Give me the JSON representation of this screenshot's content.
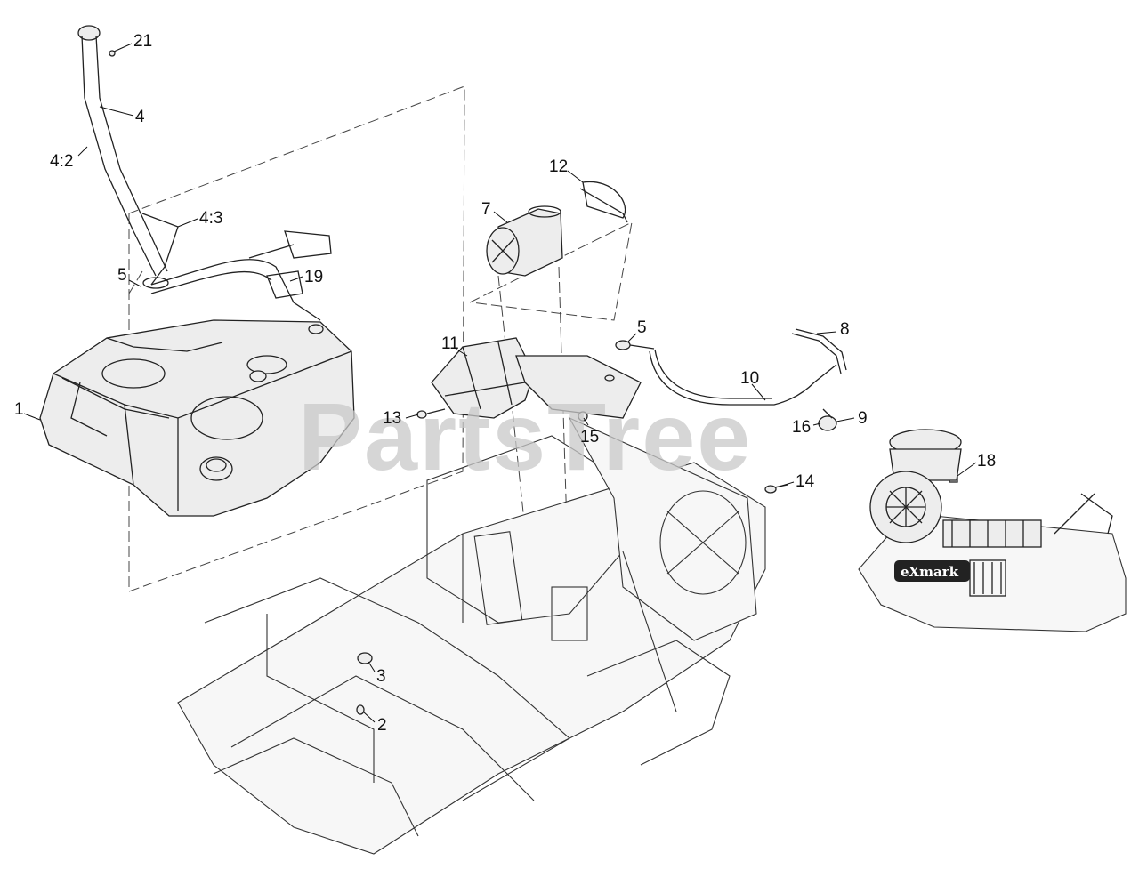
{
  "diagram": {
    "watermark": "PartsTree",
    "engine_logo": "eXmark",
    "callouts": [
      {
        "id": "c21",
        "label": "21"
      },
      {
        "id": "c4",
        "label": "4"
      },
      {
        "id": "c4_2",
        "label": "4:2"
      },
      {
        "id": "c4_3",
        "label": "4:3"
      },
      {
        "id": "c5a",
        "label": "5"
      },
      {
        "id": "c19",
        "label": "19"
      },
      {
        "id": "c1",
        "label": "1"
      },
      {
        "id": "c12",
        "label": "12"
      },
      {
        "id": "c7",
        "label": "7"
      },
      {
        "id": "c5b",
        "label": "5"
      },
      {
        "id": "c8",
        "label": "8"
      },
      {
        "id": "c11",
        "label": "11"
      },
      {
        "id": "c10",
        "label": "10"
      },
      {
        "id": "c13",
        "label": "13"
      },
      {
        "id": "c15",
        "label": "15"
      },
      {
        "id": "c16",
        "label": "16"
      },
      {
        "id": "c9",
        "label": "9"
      },
      {
        "id": "c18",
        "label": "18"
      },
      {
        "id": "c14",
        "label": "14"
      },
      {
        "id": "c3",
        "label": "3"
      },
      {
        "id": "c2",
        "label": "2"
      }
    ]
  }
}
